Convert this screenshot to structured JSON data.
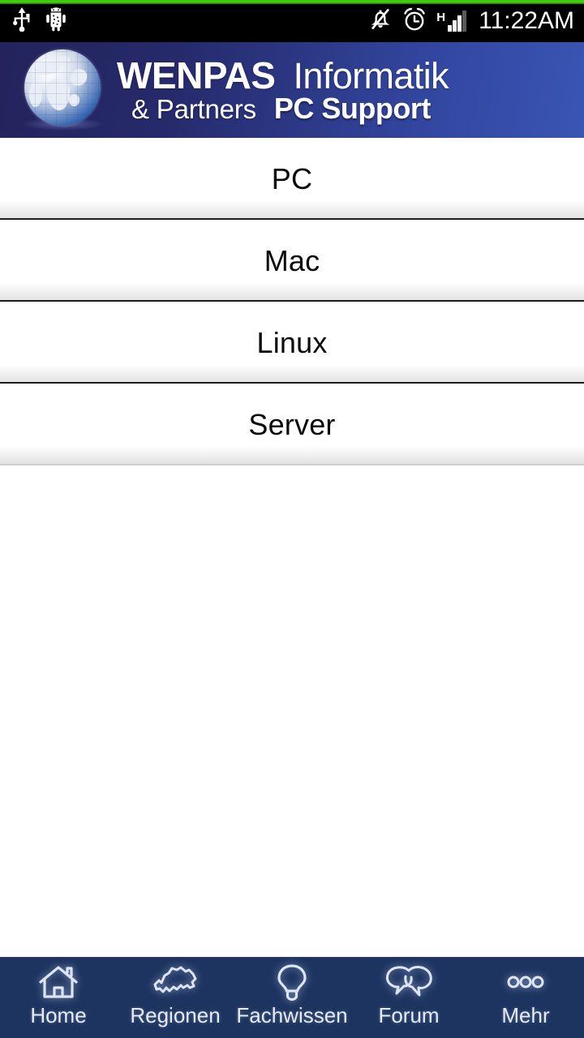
{
  "statusbar": {
    "time": "11:22AM",
    "network_type": "H",
    "left_icons": [
      {
        "name": "usb-icon",
        "glyph": "usb"
      },
      {
        "name": "android-debug-icon",
        "glyph": "android"
      }
    ],
    "right_icons": [
      {
        "name": "silent-mode-icon",
        "glyph": "bell-slash"
      },
      {
        "name": "alarm-clock-icon",
        "glyph": "alarm"
      },
      {
        "name": "signal-strength-icon",
        "glyph": "signal",
        "bars_filled": 3,
        "bars_total": 4
      }
    ],
    "background": "#000000",
    "accent_line": "#3cc60a"
  },
  "banner": {
    "logo_icon": "globe-icon",
    "brand_line1": "WENPAS",
    "brand_line2": "& Partners",
    "title_line1": "Informatik",
    "title_line2": "PC Support",
    "gradient_from": "#24235c",
    "gradient_to": "#3a55b4"
  },
  "list": {
    "items": [
      {
        "label": "PC"
      },
      {
        "label": "Mac"
      },
      {
        "label": "Linux"
      },
      {
        "label": "Server"
      }
    ]
  },
  "bottomnav": {
    "background": "#1d3460",
    "items": [
      {
        "label": "Home",
        "icon": "house-icon"
      },
      {
        "label": "Regionen",
        "icon": "switzerland-map-icon"
      },
      {
        "label": "Fachwissen",
        "icon": "lightbulb-icon"
      },
      {
        "label": "Forum",
        "icon": "speech-bubbles-icon"
      },
      {
        "label": "Mehr",
        "icon": "three-dots-icon"
      }
    ]
  }
}
